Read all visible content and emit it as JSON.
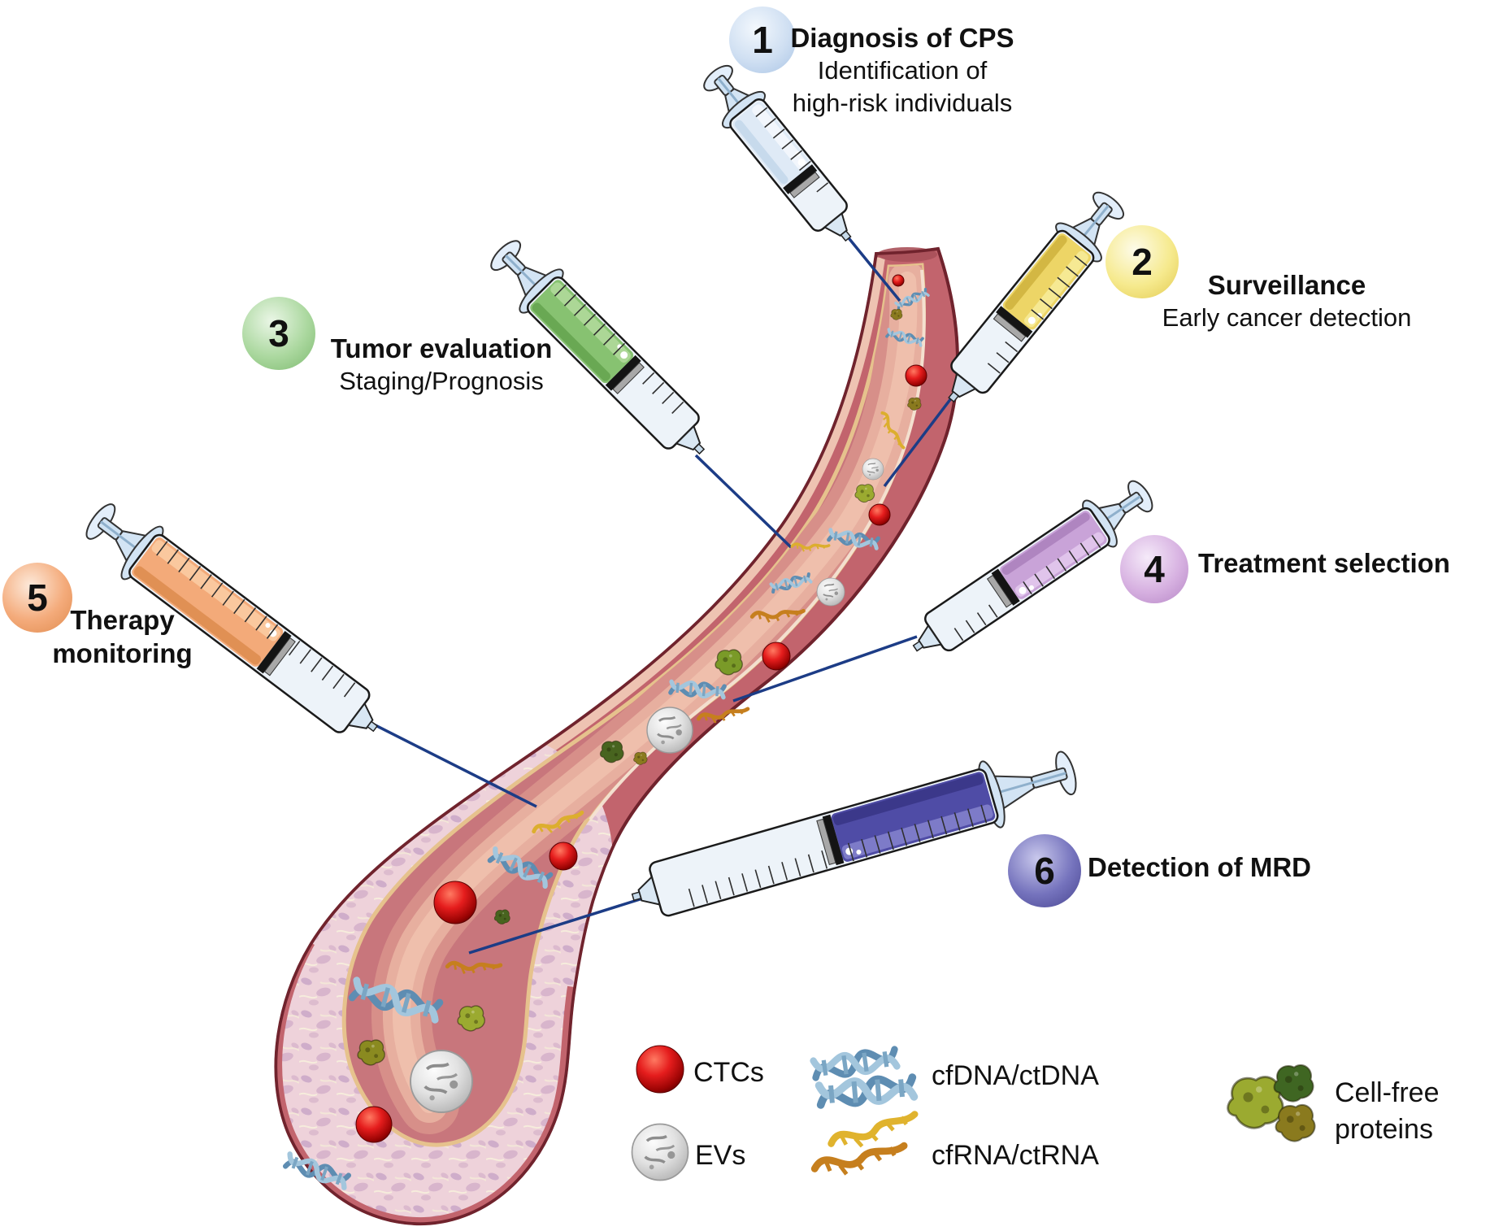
{
  "annotations": [
    {
      "number": "1",
      "title_lines": [
        "Diagnosis of CPS"
      ],
      "subtitle_lines": [
        "Identification of",
        "high-risk individuals"
      ],
      "badge": {
        "light": "#f3f8fd",
        "mid": "#cfdff2",
        "edge": "#a9c4e5"
      },
      "syringe": {
        "main": "#dfeaf6",
        "light": "#f2f7fc",
        "dark": "#b7cfe6"
      }
    },
    {
      "number": "2",
      "title_lines": [
        "Surveillance"
      ],
      "subtitle_lines": [
        "Early cancer detection"
      ],
      "badge": {
        "light": "#fdfbe9",
        "mid": "#f6ea8e",
        "edge": "#e2c94f"
      },
      "syringe": {
        "main": "#edd566",
        "light": "#f7ea96",
        "dark": "#c1a32b"
      }
    },
    {
      "number": "3",
      "title_lines": [
        "Tumor evaluation"
      ],
      "subtitle_lines": [
        "Staging/Prognosis"
      ],
      "badge": {
        "light": "#eaf6e6",
        "mid": "#abd89f",
        "edge": "#7cb96e"
      },
      "syringe": {
        "main": "#87c271",
        "light": "#aed898",
        "dark": "#55963f"
      }
    },
    {
      "number": "4",
      "title_lines": [
        "Treatment selection"
      ],
      "subtitle_lines": [],
      "badge": {
        "light": "#f5eaf9",
        "mid": "#d7b1e1",
        "edge": "#b585c5"
      },
      "syringe": {
        "main": "#c9a3d8",
        "light": "#e2c6ec",
        "dark": "#9e72b0"
      }
    },
    {
      "number": "5",
      "title_lines": [
        "Therapy",
        "monitoring"
      ],
      "subtitle_lines": [],
      "badge": {
        "light": "#fdeadb",
        "mid": "#f4ab7b",
        "edge": "#df8a4d"
      },
      "syringe": {
        "main": "#f3aa79",
        "light": "#fac9a0",
        "dark": "#d47e3c"
      }
    },
    {
      "number": "6",
      "title_lines": [
        "Detection of MRD"
      ],
      "subtitle_lines": [],
      "badge": {
        "light": "#c9c8ec",
        "mid": "#7573bd",
        "edge": "#47448f"
      },
      "syringe": {
        "main": "#4f4ca6",
        "light": "#807dc9",
        "dark": "#2f2c78"
      }
    }
  ],
  "legend": {
    "items": [
      {
        "icon": "ctc-sphere-icon",
        "label_lines": [
          "CTCs"
        ],
        "color": "#d51a1a"
      },
      {
        "icon": "ev-sphere-icon",
        "label_lines": [
          "EVs"
        ],
        "color": "#c9c9c9"
      },
      {
        "icon": "dna-helix-icon",
        "label_lines": [
          "cfDNA/ctDNA"
        ],
        "color": "#7fa8c9"
      },
      {
        "icon": "rna-strand-icon",
        "label_lines": [
          "cfRNA/ctRNA"
        ],
        "color": "#dca92f"
      },
      {
        "icon": "protein-blob-icon",
        "label_lines": [
          "Cell-free",
          "proteins"
        ],
        "color": "#8a9c2f"
      }
    ]
  },
  "vessel": {
    "label": "blood-vessel",
    "colors": {
      "outline": "#70232d",
      "wall": "#c2646d",
      "wall_pale": "#eec3b2",
      "spongy": "#eed2da",
      "spongy_speck": "#c7a4c6",
      "tan": "#e6c28d",
      "lumen": "#c8767c",
      "lumen_mid": "#d78f89",
      "lumen_light": "#e7af9f",
      "separator": "#f4e3d3",
      "needle": "#1c3c86"
    }
  }
}
